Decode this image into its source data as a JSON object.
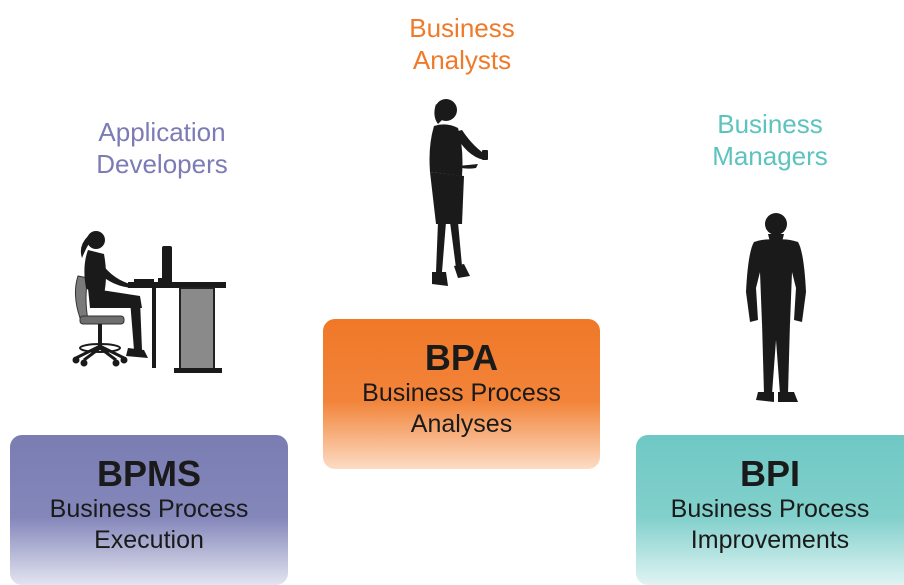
{
  "roles": {
    "developers": {
      "line1": "Application",
      "line2": "Developers",
      "color": "#7b7cb5"
    },
    "analysts": {
      "line1": "Business",
      "line2": "Analysts",
      "color": "#ef7a2a"
    },
    "managers": {
      "line1": "Business",
      "line2": "Managers",
      "color": "#5cc3c0"
    }
  },
  "boxes": {
    "bpms": {
      "acronym": "BPMS",
      "line1": "Business Process",
      "line2": "Execution",
      "color": "#7a7db2"
    },
    "bpa": {
      "acronym": "BPA",
      "line1": "Business Process",
      "line2": "Analyses",
      "color": "#f07828"
    },
    "bpi": {
      "acronym": "BPI",
      "line1": "Business Process",
      "line2": "Improvements",
      "color": "#6fc8c4"
    }
  },
  "icons": {
    "developer": "person-at-computer-desk-silhouette",
    "analyst": "woman-with-phone-silhouette",
    "manager": "businessman-silhouette"
  }
}
